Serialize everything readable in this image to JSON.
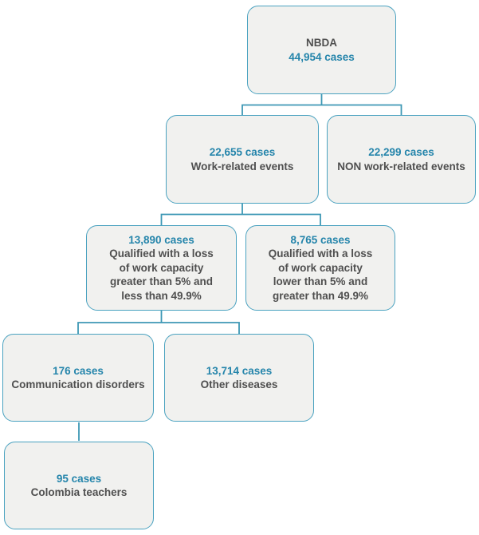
{
  "colors": {
    "background": "#ffffff",
    "fill": "#f1f1ef",
    "border": "#4aa2c0",
    "connector": "#3e98b5",
    "accent": "#2585ab",
    "text": "#4f4f4f"
  },
  "chart_data": {
    "type": "flowchart",
    "nodes": [
      {
        "id": "nbda",
        "label": "NBDA",
        "cases": "44,954 cases"
      },
      {
        "id": "work-related",
        "cases": "22,655 cases",
        "label": "Work-related events"
      },
      {
        "id": "non-work-related",
        "cases": "22,299 cases",
        "label": "NON work-related events"
      },
      {
        "id": "loss-greater",
        "cases": "13,890 cases",
        "label": [
          "Qualified with a loss",
          "of work capacity",
          "greater than 5% and",
          "less than 49.9%"
        ]
      },
      {
        "id": "loss-lower",
        "cases": "8,765 cases",
        "label": [
          "Qualified with a loss",
          "of work capacity",
          "lower than 5% and",
          "greater than 49.9%"
        ]
      },
      {
        "id": "communication-disorders",
        "cases": "176 cases",
        "label": "Communication disorders"
      },
      {
        "id": "other-diseases",
        "cases": "13,714 cases",
        "label": "Other diseases"
      },
      {
        "id": "colombia-teachers",
        "cases": "95 cases",
        "label": "Colombia teachers"
      }
    ],
    "edges": [
      {
        "from": "nbda",
        "to": [
          "work-related",
          "non-work-related"
        ]
      },
      {
        "from": "work-related",
        "to": [
          "loss-greater",
          "loss-lower"
        ]
      },
      {
        "from": "loss-greater",
        "to": [
          "communication-disorders",
          "other-diseases"
        ]
      },
      {
        "from": "communication-disorders",
        "to": [
          "colombia-teachers"
        ]
      }
    ]
  }
}
